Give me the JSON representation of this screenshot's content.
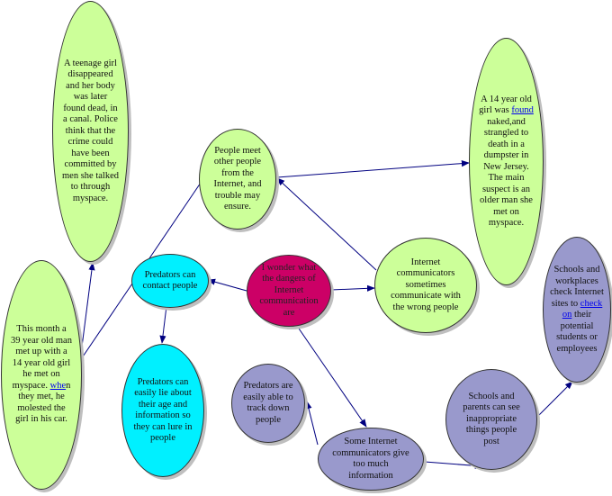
{
  "nodes": {
    "center": {
      "text": "I wonder what the dangers of Internet communication are"
    },
    "predators_contact": {
      "text": "Predators can contact people"
    },
    "people_meet": {
      "text": "People meet other people from the Internet, and trouble may ensure."
    },
    "internet_communicators": {
      "text": "Internet communicators sometimes communicate with the wrong people"
    },
    "teenage_girl": {
      "text": "A teenage girl disappeared and her body was later found dead, in a canal. Police think that the crime could have been committed by men she talked to through myspace."
    },
    "fourteen_girl": {
      "before": "A 14 year old girl was ",
      "link": "found",
      "after": " naked,and strangled to death in a dumpster in New Jersey. The main suspect is an older man she met on myspace."
    },
    "this_month": {
      "before": "This month a 39 year old man met up with a 14 year old girl he met on myspace. ",
      "link": "whe",
      "after": "n they met, he molested the girl in his car."
    },
    "predators_lie": {
      "text": "Predators can easily lie about their age and information so they can lure in people"
    },
    "predators_track": {
      "text": "Predators are easily able to track down people"
    },
    "give_info": {
      "text": "Some Internet communicators give too much information"
    },
    "schools_parents": {
      "text": "Schools and parents can see inappropriate things people post"
    },
    "schools_workplaces": {
      "before": "Schools and workplaces check Internet sites to ",
      "link": "check on",
      "after": " their potential students or employees"
    }
  },
  "colors": {
    "green": "#ccff99",
    "cyan": "#00f0ff",
    "purple": "#9999cc",
    "magenta": "#cc0066",
    "edge": "#000080"
  }
}
